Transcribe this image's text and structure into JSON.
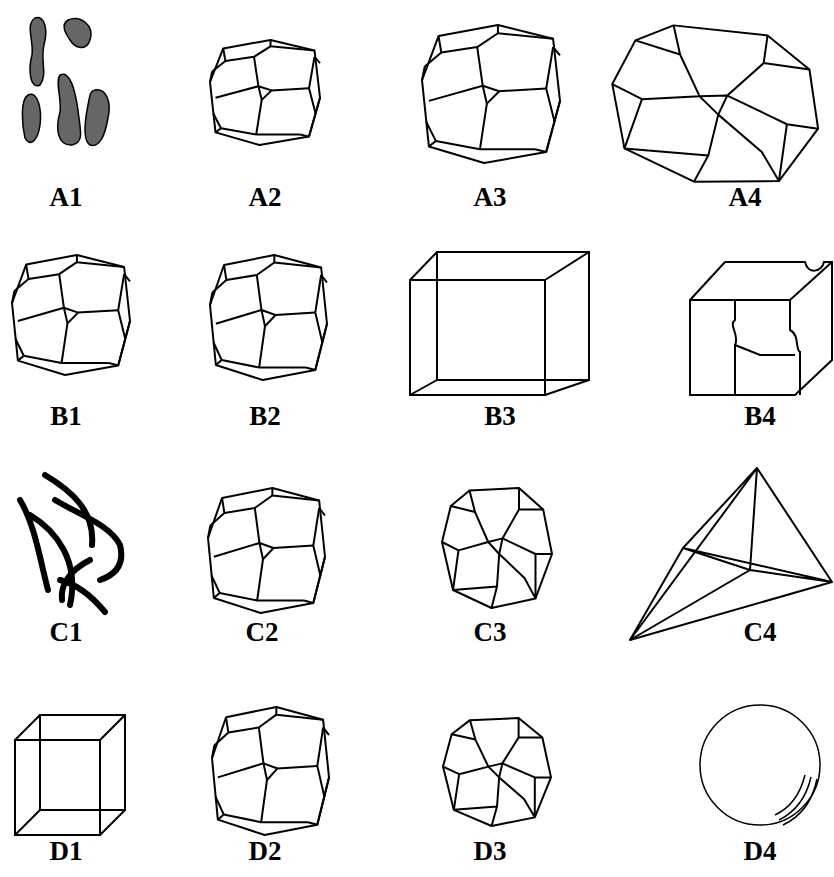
{
  "diagram": {
    "labels": [
      "A1",
      "A2",
      "A3",
      "A4",
      "B1",
      "B2",
      "B3",
      "B4",
      "C1",
      "C2",
      "C3",
      "C4",
      "D1",
      "D2",
      "D3",
      "D4"
    ]
  }
}
